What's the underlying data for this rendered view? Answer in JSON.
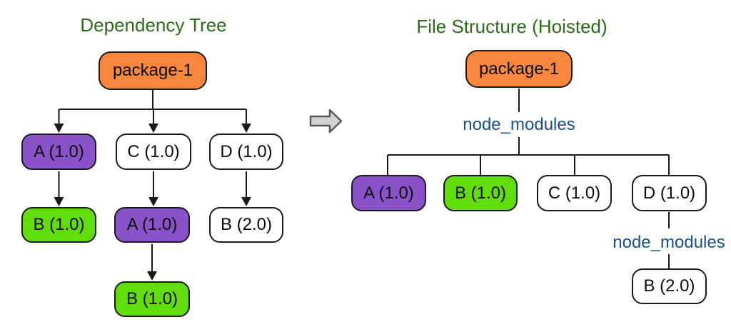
{
  "colors": {
    "orange": "#F6873C",
    "purple": "#8952C8",
    "green": "#61DD0B",
    "white": "#FFFFFF",
    "node_border": "#1A1A1A",
    "title_green": "#2E6B1A",
    "folder_blue": "#1B4F8F",
    "line_black": "#1A1A1A",
    "big_arrow_fill": "#D2D2D2",
    "big_arrow_stroke": "#5A5A5A"
  },
  "left_tree": {
    "title": "Dependency Tree",
    "root": {
      "label": "package-1",
      "color": "orange"
    },
    "level2": [
      {
        "label": "A (1.0)",
        "color": "purple"
      },
      {
        "label": "C (1.0)",
        "color": "white"
      },
      {
        "label": "D (1.0)",
        "color": "white"
      }
    ],
    "level3": [
      {
        "label": "B (1.0)",
        "color": "green"
      },
      {
        "label": "A (1.0)",
        "color": "purple"
      },
      {
        "label": "B (2.0)",
        "color": "white"
      }
    ],
    "level4": [
      {
        "label": "B (1.0)",
        "color": "green"
      }
    ]
  },
  "transform_arrow": {
    "direction": "right"
  },
  "right_tree": {
    "title": "File Structure (Hoisted)",
    "root": {
      "label": "package-1",
      "color": "orange"
    },
    "folder": "node_modules",
    "children": [
      {
        "label": "A (1.0)",
        "color": "purple"
      },
      {
        "label": "B (1.0)",
        "color": "green"
      },
      {
        "label": "C (1.0)",
        "color": "white"
      },
      {
        "label": "D (1.0)",
        "color": "white"
      }
    ],
    "nested_folder": "node_modules",
    "nested_children": [
      {
        "label": "B (2.0)",
        "color": "white"
      }
    ]
  }
}
